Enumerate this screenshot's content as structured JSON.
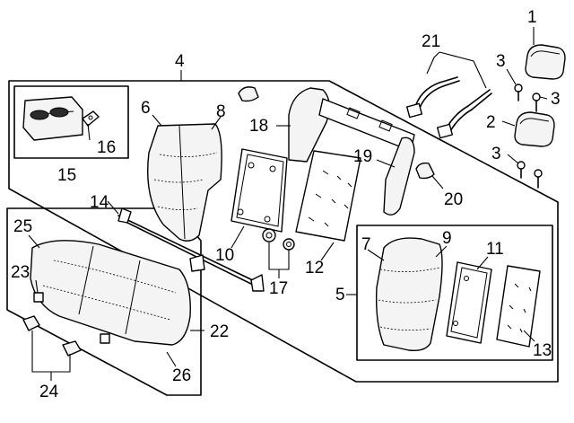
{
  "diagram": {
    "callouts": [
      "1",
      "2",
      "3",
      "3",
      "3",
      "4",
      "5",
      "6",
      "7",
      "8",
      "9",
      "10",
      "11",
      "12",
      "13",
      "14",
      "15",
      "16",
      "17",
      "18",
      "19",
      "20",
      "21",
      "22",
      "23",
      "24",
      "25",
      "26"
    ]
  }
}
